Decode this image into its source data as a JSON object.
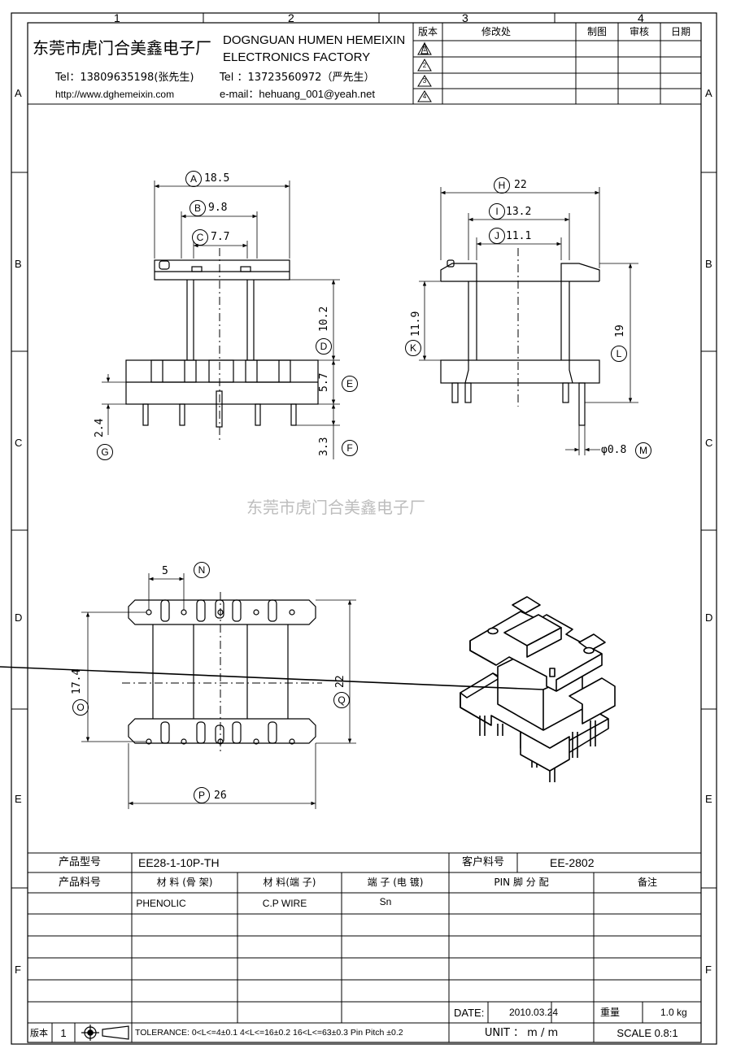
{
  "frame": {
    "columns": [
      "1",
      "2",
      "3",
      "4"
    ],
    "rows": [
      "A",
      "B",
      "C",
      "D",
      "E",
      "F"
    ]
  },
  "company": {
    "name_cn": "东莞市虎门合美鑫电子厂",
    "name_en_line1": "DOGNGUAN HUMEN HEMEIXIN",
    "name_en_line2": "ELECTRONICS FACTORY",
    "tel1": "Tel：13809635198(张先生)",
    "tel2": "Tel ：13723560972（严先生）",
    "website": "http://www.dghemeixin.com",
    "email": "e-mail：hehuang_001@yeah.net"
  },
  "revision_table": {
    "headers": [
      "版本",
      "修改处",
      "制图",
      "审核",
      "日期"
    ],
    "rows": [
      "1",
      "2",
      "3",
      "4"
    ]
  },
  "dimensions": {
    "A": "18.5",
    "B": "9.8",
    "C": "7.7",
    "D": "10.2",
    "E": "5.7",
    "F": "3.3",
    "G": "2.4",
    "H": "22",
    "I": "13.2",
    "J": "11.1",
    "K": "11.9",
    "L": "19",
    "M": "φ0.8",
    "N": "5",
    "O": "17.4",
    "P": "26",
    "Q": "22"
  },
  "watermark": "东莞市虎门合美鑫电子厂",
  "spec_table": {
    "product_model_label": "产品型号",
    "product_model_value": "EE28-1-10P-TH",
    "customer_part_label": "客户料号",
    "customer_part_value": "EE-2802",
    "product_part_label": "产品料号",
    "material_bobbin_label": "材 料 (骨 架)",
    "material_pin_label": "材 料(端 子)",
    "pin_plating_label": "端 子 (电 镀)",
    "pin_assign_label": "PIN 脚 分 配",
    "remark_label": "备注",
    "material_bobbin_value": "PHENOLIC",
    "material_pin_value": "C.P WIRE",
    "pin_plating_value": "Sn",
    "date_label": "DATE:",
    "date_value": "2010.03.24",
    "weight_label": "重量",
    "weight_value": "1.0 kg",
    "version_label": "版本",
    "version_value": "1",
    "tolerance": "TOLERANCE:  0<L<=4±0.1  4<L<=16±0.2  16<L<=63±0.3  Pin Pitch  ±0.2",
    "unit": "UNIT ： m / m",
    "scale": "SCALE  0.8:1"
  }
}
